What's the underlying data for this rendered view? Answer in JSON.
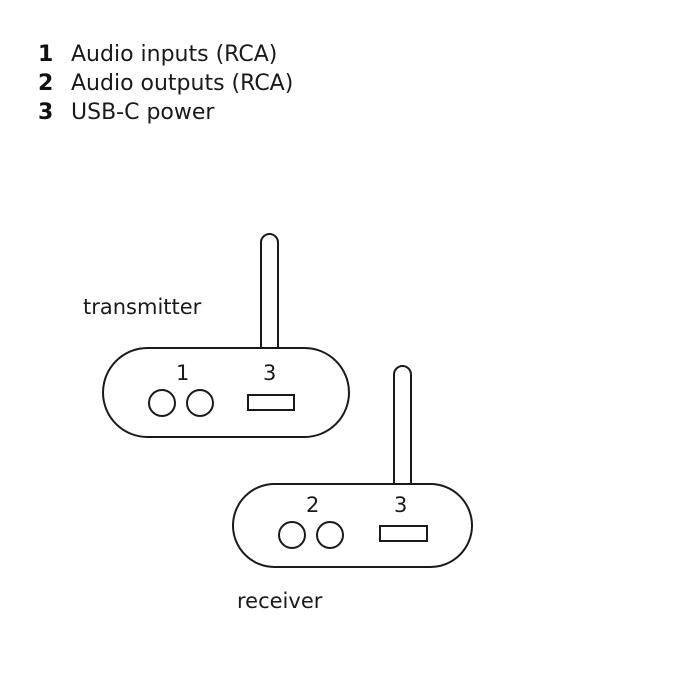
{
  "legend": [
    {
      "number": "1",
      "text": "Audio inputs (RCA)"
    },
    {
      "number": "2",
      "text": "Audio outputs (RCA)"
    },
    {
      "number": "3",
      "text": "USB-C power"
    }
  ],
  "devices": {
    "transmitter": {
      "label": "transmitter",
      "port_labels": {
        "audio": "1",
        "power": "3"
      }
    },
    "receiver": {
      "label": "receiver",
      "port_labels": {
        "audio": "2",
        "power": "3"
      }
    }
  },
  "colors": {
    "stroke": "#1a1a1a",
    "background": "#ffffff"
  }
}
